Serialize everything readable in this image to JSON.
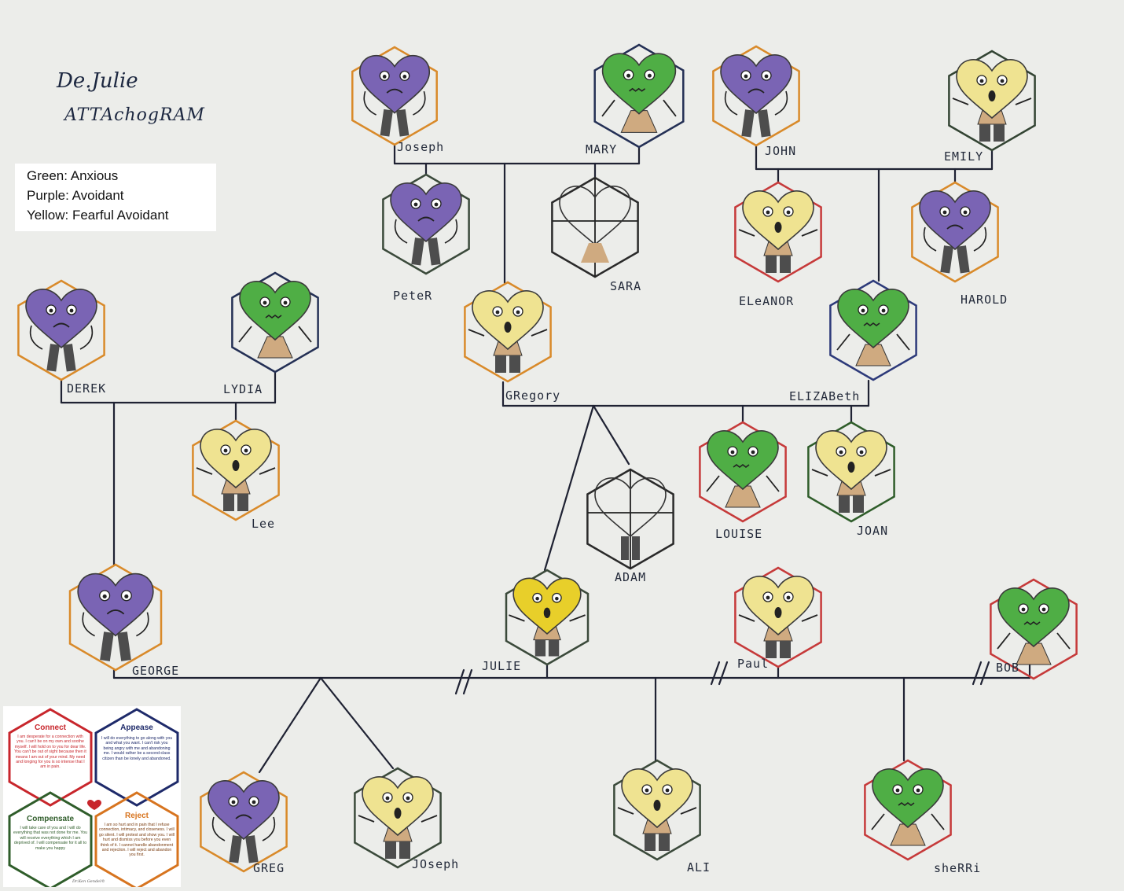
{
  "title": {
    "line1": "De.Julie",
    "line2": "ATTAchogRAM"
  },
  "legend": [
    {
      "text": "Green: Anxious"
    },
    {
      "text": "Purple: Avoidant"
    },
    {
      "text": "Yellow: Fearful Avoidant"
    }
  ],
  "colors": {
    "green": "#4fae45",
    "purple": "#7a64b4",
    "yellow": "#efe391",
    "yellow_bright": "#e8cf2a",
    "tan": "#cfaa80",
    "dark": "#4d4d4d",
    "line": "#1f2233"
  },
  "people": [
    {
      "name": "Joseph",
      "style": "purple"
    },
    {
      "name": "MARY",
      "style": "green"
    },
    {
      "name": "JOHN",
      "style": "purple"
    },
    {
      "name": "EMILY",
      "style": "yellow"
    },
    {
      "name": "PeteR",
      "style": "purple"
    },
    {
      "name": "SARA",
      "style": "empty"
    },
    {
      "name": "ELeANOR",
      "style": "yellow"
    },
    {
      "name": "HAROLD",
      "style": "purple"
    },
    {
      "name": "DEREK",
      "style": "purple"
    },
    {
      "name": "LYDIA",
      "style": "green"
    },
    {
      "name": "GRegory",
      "style": "yellow"
    },
    {
      "name": "ELIZABeth",
      "style": "green"
    },
    {
      "name": "Lee",
      "style": "yellow"
    },
    {
      "name": "ADAM",
      "style": "empty"
    },
    {
      "name": "LOUISE",
      "style": "green"
    },
    {
      "name": "JOAN",
      "style": "yellow"
    },
    {
      "name": "GEORGE",
      "style": "purple"
    },
    {
      "name": "JULIE",
      "style": "yellow_bright"
    },
    {
      "name": "Paul",
      "style": "yellow"
    },
    {
      "name": "BOB",
      "style": "green"
    },
    {
      "name": "GREG",
      "style": "purple"
    },
    {
      "name": "JOseph",
      "style": "yellow"
    },
    {
      "name": "ALI",
      "style": "yellow"
    },
    {
      "name": "sheRRi",
      "style": "green"
    }
  ],
  "card": {
    "connect": {
      "title": "Connect",
      "text": "I am desperate for a connection with you. I can't be on my own and soothe myself. I will hold on to you for dear life. You can't be out of sight because then it means I am out of your mind. My need and longing for you is so intense that I am in pain."
    },
    "appease": {
      "title": "Appease",
      "text": "I will do everything to go along with you and what you want. I can't risk you being angry with me and abandoning me. I would rather be a second-class citizen than be lonely and abandoned."
    },
    "compensate": {
      "title": "Compensate",
      "text": "I will take care of you and I will do everything that was not done for me. You will receive everything which I am deprived of. I will compensate for it all to make you happy"
    },
    "reject": {
      "title": "Reject",
      "text": "I am so hurt and in pain that I refuse connection, intimacy, and closeness. I will go silent. I will protest and show you. I will hurt and dismiss you before you even think of it. I cannot handle abandonment and rejection. I will reject and abandon you first."
    },
    "credit": "Dr.Ken Gendel©"
  }
}
